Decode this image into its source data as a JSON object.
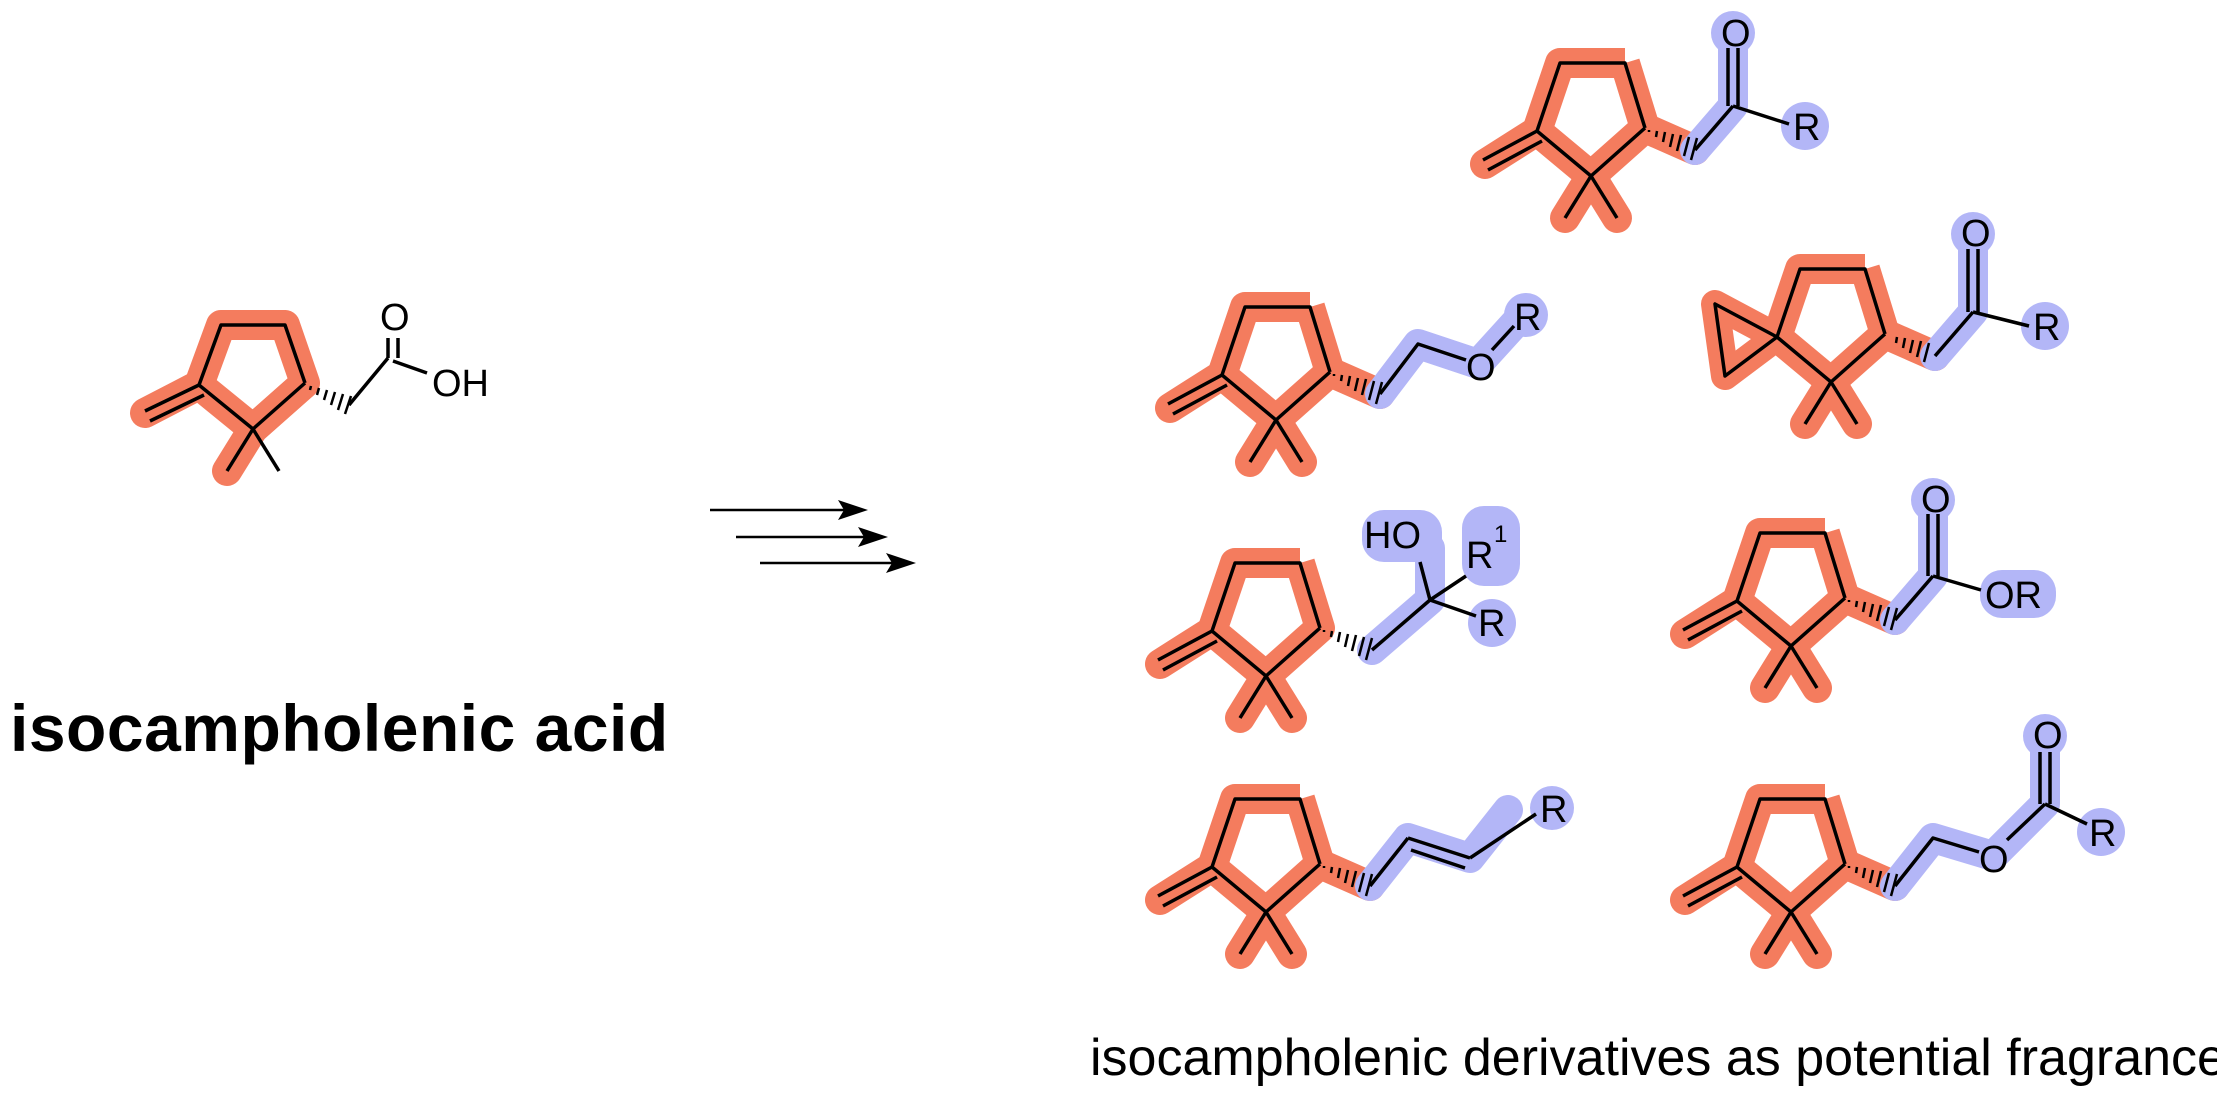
{
  "scheme": {
    "starting_material_name": "isocampholenic acid",
    "products_caption": "isocampholenic derivatives as potential fragrances",
    "highlight_colors": {
      "scaffold": "#f47c5e",
      "functional_group": "#b3b6f7"
    }
  },
  "atoms": {
    "acid_o": "O",
    "acid_oh": "OH",
    "ketone_o": "O",
    "ketone_r": "R",
    "ether_o": "O",
    "ether_r": "R",
    "spiro_o": "O",
    "spiro_r": "R",
    "alcohol_ho": "HO",
    "alcohol_r1": "R",
    "alcohol_r1_sup": "1",
    "alcohol_r": "R",
    "ester_o": "O",
    "ester_or": "OR",
    "alkene_r": "R",
    "acyloxy_o_carbonyl": "O",
    "acyloxy_o": "O",
    "acyloxy_r": "R"
  }
}
